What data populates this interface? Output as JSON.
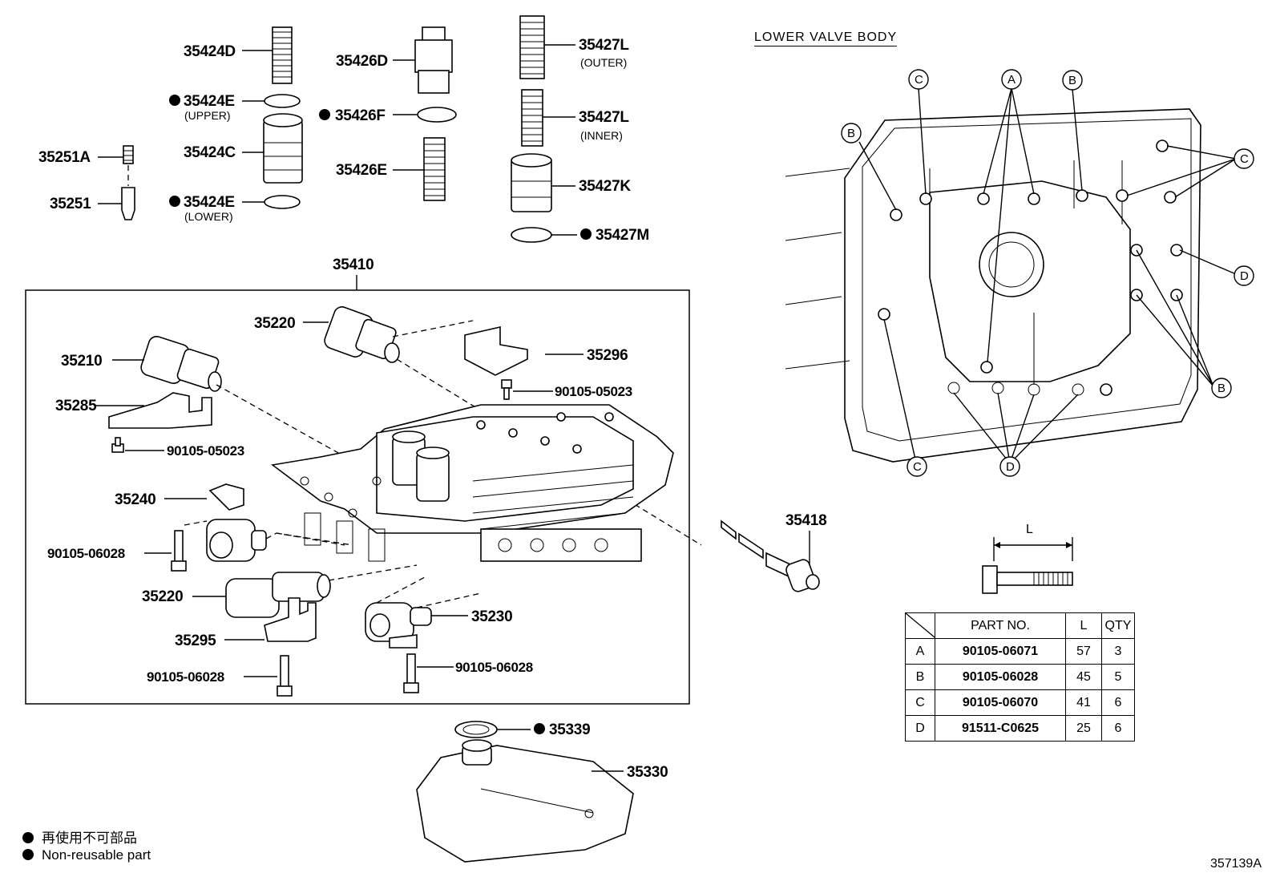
{
  "upper_parts": {
    "p35424D": "35424D",
    "p35424E_upper": "35424E",
    "p35424E_upper_sub": "(UPPER)",
    "p35424C": "35424C",
    "p35424E_lower": "35424E",
    "p35424E_lower_sub": "(LOWER)",
    "p35251A": "35251A",
    "p35251": "35251",
    "p35426D": "35426D",
    "p35426F": "35426F",
    "p35426E": "35426E",
    "p35427L_outer": "35427L",
    "p35427L_outer_sub": "(OUTER)",
    "p35427L_inner": "35427L",
    "p35427L_inner_sub": "(INNER)",
    "p35427K": "35427K",
    "p35427M": "35427M"
  },
  "valve_body": {
    "assembly": "35410",
    "p35220_top": "35220",
    "p35210": "35210",
    "p35296": "35296",
    "bolt_top_right": "90105-05023",
    "p35285": "35285",
    "bolt_left": "90105-05023",
    "p35240": "35240",
    "bolt_35240": "90105-06028",
    "p35220_bottom": "35220",
    "p35295": "35295",
    "bolt_35295": "90105-06028",
    "p35230": "35230",
    "bolt_35230": "90105-06028"
  },
  "outside_parts": {
    "p35418": "35418",
    "p35339": "35339",
    "p35330": "35330"
  },
  "lower_valve_body": {
    "title": "LOWER VALVE BODY",
    "callouts": [
      "A",
      "B",
      "B",
      "B",
      "C",
      "C",
      "C",
      "D",
      "D"
    ],
    "length_label": "L"
  },
  "bolt_table": {
    "headers": [
      "PART NO.",
      "L",
      "QTY"
    ],
    "rows": [
      {
        "key": "A",
        "part_no": "90105-06071",
        "l": "57",
        "qty": "3"
      },
      {
        "key": "B",
        "part_no": "90105-06028",
        "l": "45",
        "qty": "5"
      },
      {
        "key": "C",
        "part_no": "90105-06070",
        "l": "41",
        "qty": "6"
      },
      {
        "key": "D",
        "part_no": "91511-C0625",
        "l": "25",
        "qty": "6"
      }
    ]
  },
  "legend": {
    "jp": "再使用不可部品",
    "en": "Non-reusable part"
  },
  "diagram_code": "357139A"
}
